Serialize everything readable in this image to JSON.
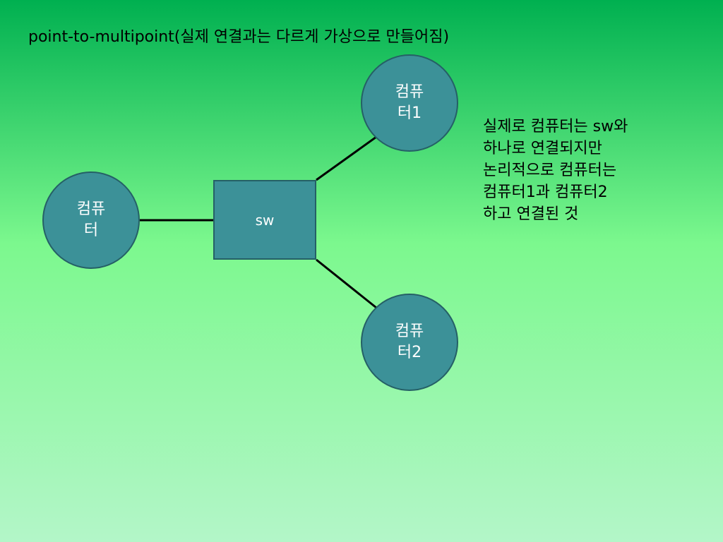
{
  "title": "point-to-multipoint(실제 연결과는 다르게 가상으로 만들어짐)",
  "nodes": {
    "computer": {
      "label": "컴퓨\n터"
    },
    "computer1": {
      "label": "컴퓨\n터1"
    },
    "computer2": {
      "label": "컴퓨\n터2"
    },
    "switch": {
      "label": "sw"
    }
  },
  "note": {
    "lines": [
      "실제로 컴퓨터는 sw와",
      "하나로 연결되지만",
      "논리적으로 컴퓨터는",
      "컴퓨터1과 컴퓨터2",
      "하고 연결된 것"
    ]
  },
  "colors": {
    "node_fill": "#3c9198",
    "node_border": "#256066",
    "link": "#000000",
    "background_top": "#00b050",
    "background_bottom": "#b3f6c8"
  }
}
